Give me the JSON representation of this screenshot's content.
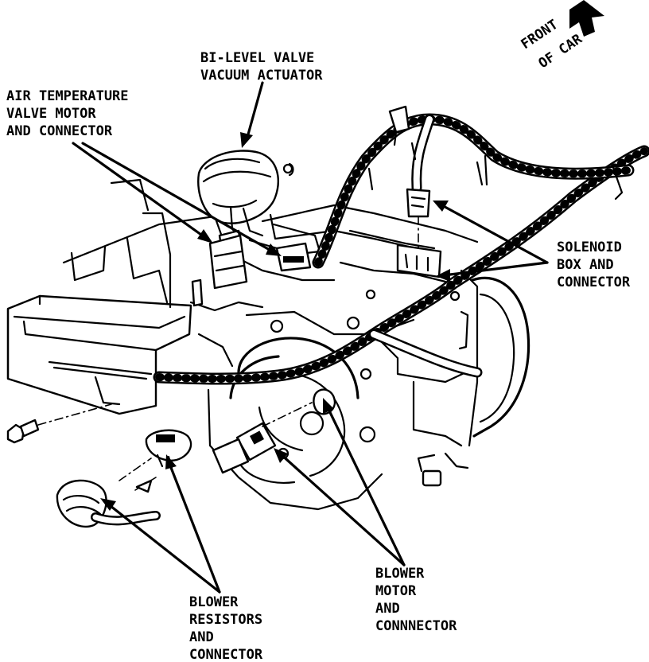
{
  "labels": {
    "front_of_car_line1": "FRONT",
    "front_of_car_line2": "OF CAR",
    "bilevel_line1": "BI-LEVEL VALVE",
    "bilevel_line2": "VACUUM ACTUATOR",
    "airtemp_line1": "AIR TEMPERATURE",
    "airtemp_line2": "VALVE MOTOR",
    "airtemp_line3": "AND CONNECTOR",
    "solenoid_line1": "SOLENOID",
    "solenoid_line2": "BOX AND",
    "solenoid_line3": "CONNECTOR",
    "blower_motor_line1": "BLOWER",
    "blower_motor_line2": "MOTOR",
    "blower_motor_line3": "AND",
    "blower_motor_line4": "CONNNECTOR",
    "blower_res_line1": "BLOWER",
    "blower_res_line2": "RESISTORS",
    "blower_res_line3": "AND",
    "blower_res_line4": "CONNECTOR"
  },
  "icons": {
    "front_arrow": "arrow-icon"
  }
}
